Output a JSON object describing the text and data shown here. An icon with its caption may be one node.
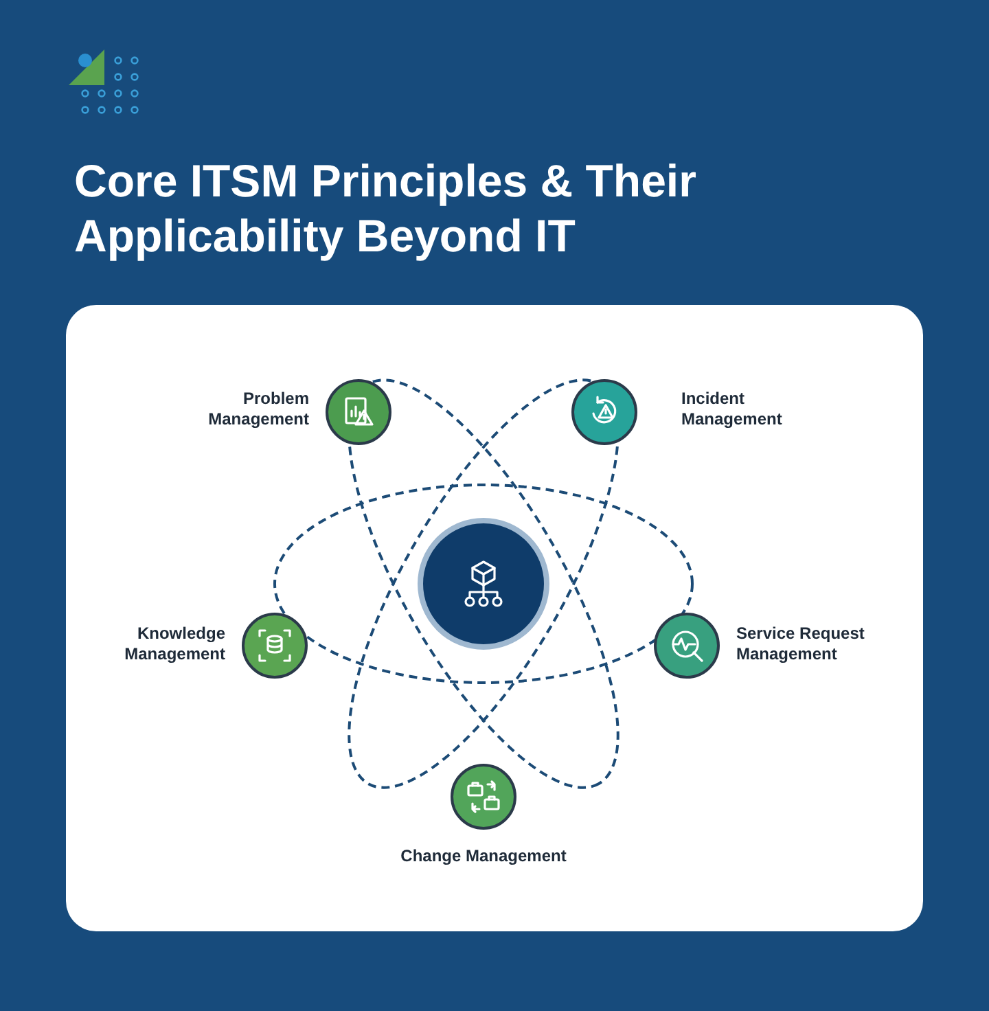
{
  "diagram": {
    "title": "Core ITSM Principles & Their Applicability Beyond IT",
    "nodes": [
      {
        "text": [],
        "shape": "circle",
        "beside": [
          "Problem Management"
        ]
      },
      {
        "text": [],
        "shape": "circle",
        "beside": [
          "Incident Management"
        ]
      },
      {
        "text": [],
        "shape": "circle"
      },
      {
        "text": [],
        "shape": "circle",
        "beside": [
          "Knowledge Management"
        ]
      },
      {
        "text": [],
        "shape": "circle",
        "beside": [
          "Service Request Management"
        ]
      },
      {
        "text": [],
        "shape": "circle",
        "beside": [
          "Change Management"
        ]
      }
    ],
    "edges": []
  }
}
